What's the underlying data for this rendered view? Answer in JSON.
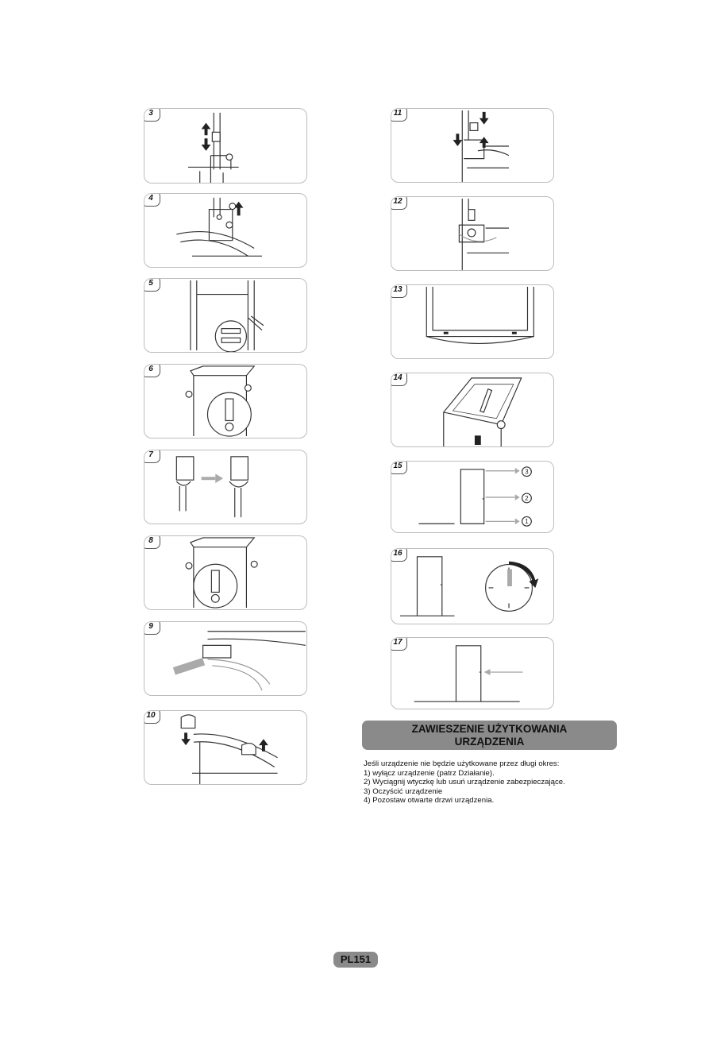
{
  "steps": {
    "s3": "3",
    "s4": "4",
    "s5": "5",
    "s6": "6",
    "s7": "7",
    "s8": "8",
    "s9": "9",
    "s10": "10",
    "s11": "11",
    "s12": "12",
    "s13": "13",
    "s14": "14",
    "s15": "15",
    "s16": "16",
    "s17": "17"
  },
  "level_markers": {
    "m1": "1",
    "m2": "2",
    "m3": "3"
  },
  "section": {
    "heading_line1": "ZAWIESZENIE UŻYTKOWANIA",
    "heading_line2": "URZĄDZENIA",
    "intro": "Jeśli urządzenie nie będzie użytkowane przez długi okres:",
    "items": [
      "1) wyłącz urządzenie (patrz Działanie).",
      "2) Wyciągnij wtyczkę lub usuń urządzenie zabezpieczające.",
      "3) Oczyścić urządzenie",
      "4) Pozostaw otwarte drzwi urządzenia."
    ]
  },
  "page_label": "PL151"
}
